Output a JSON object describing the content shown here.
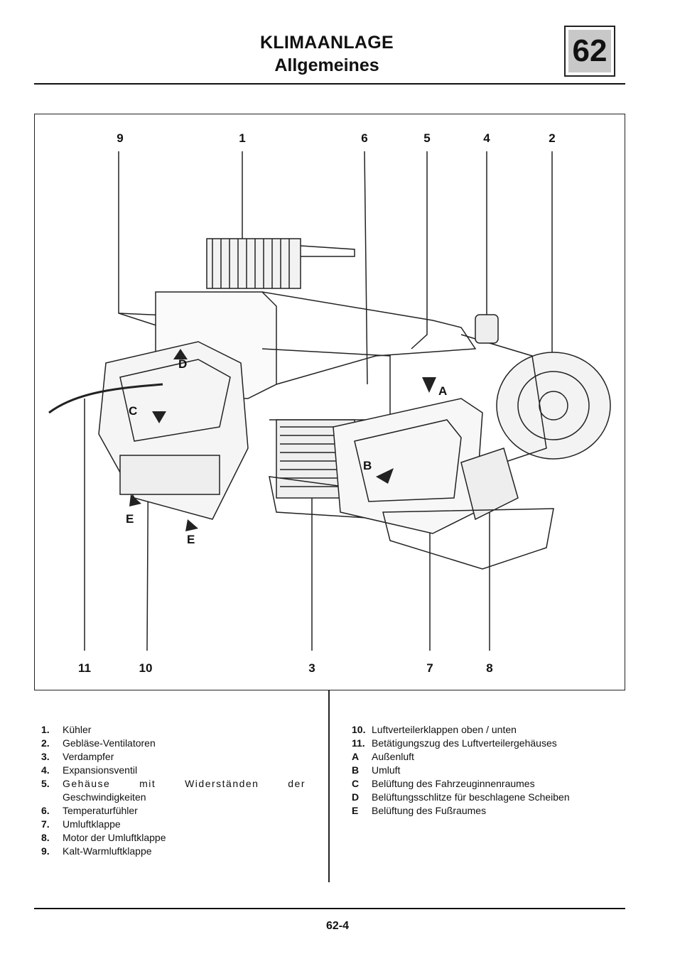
{
  "header": {
    "title": "KLIMAANLAGE",
    "subtitle": "Allgemeines",
    "chapter": "62"
  },
  "figure": {
    "callouts_top": [
      "9",
      "1",
      "6",
      "5",
      "4",
      "2"
    ],
    "callouts_bottom": [
      "11",
      "10",
      "3",
      "7",
      "8"
    ],
    "airflow_labels": [
      "A",
      "B",
      "C",
      "D",
      "E",
      "E"
    ]
  },
  "legend_left": [
    {
      "num": "1.",
      "text": "Kühler"
    },
    {
      "num": "2.",
      "text": "Gebläse-Ventilatoren"
    },
    {
      "num": "3.",
      "text": "Verdampfer"
    },
    {
      "num": "4.",
      "text": "Expansionsventil"
    },
    {
      "num": "5.",
      "text": "Gehäuse mit Widerständen der",
      "text2": "Geschwindigkeiten"
    },
    {
      "num": "6.",
      "text": "Temperaturfühler"
    },
    {
      "num": "7.",
      "text": "Umluftklappe"
    },
    {
      "num": "8.",
      "text": "Motor der Umluftklappe"
    },
    {
      "num": "9.",
      "text": "Kalt-Warmluftklappe"
    }
  ],
  "legend_right": [
    {
      "num": "10.",
      "text": "Luftverteilerklappen oben / unten"
    },
    {
      "num": "11.",
      "text": "Betätigungszug des Luftverteilergehäuses"
    },
    {
      "num": "A",
      "text": "Außenluft"
    },
    {
      "num": "B",
      "text": "Umluft"
    },
    {
      "num": "C",
      "text": "Belüftung des Fahrzeuginnenraumes"
    },
    {
      "num": "D",
      "text": "Belüftungsschlitze für beschlagene Scheiben"
    },
    {
      "num": "E",
      "text": "Belüftung des Fußraumes"
    }
  ],
  "footer": {
    "page_number": "62-4"
  }
}
